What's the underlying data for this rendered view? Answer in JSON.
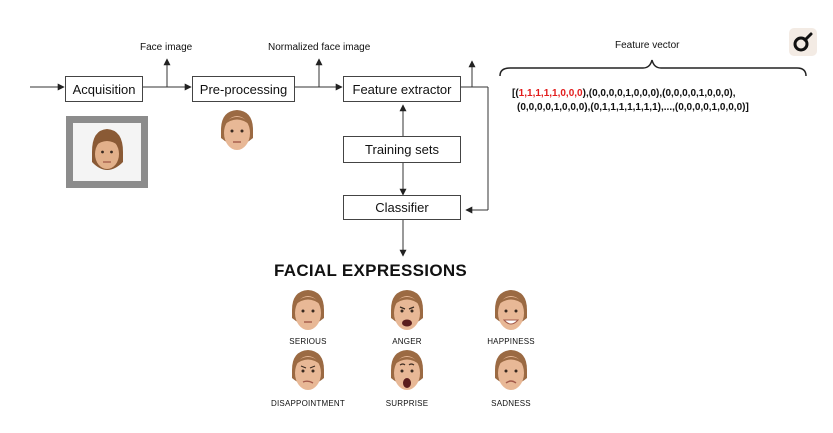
{
  "labels": {
    "face_image": "Face image",
    "normalized_face_image": "Normalized face image",
    "feature_vector": "Feature vector"
  },
  "boxes": {
    "acquisition": "Acquisition",
    "preprocessing": "Pre-processing",
    "feature_extractor": "Feature extractor",
    "training_sets": "Training sets",
    "classifier": "Classifier"
  },
  "feature_vector": {
    "line1_red": "1,1,1,1,1,0,0,0",
    "line1_rest": "),(0,0,0,0,1,0,0,0),(0,0,0,0,1,0,0,0),",
    "line2": "(0,0,0,0,1,0,0,0),(0,1,1,1,1,1,1,1),...,(0,0,0,0,1,0,0,0)]"
  },
  "expressions_title": "FACIAL EXPRESSIONS",
  "expressions": [
    {
      "label": "SERIOUS",
      "mood": "neutral"
    },
    {
      "label": "ANGER",
      "mood": "anger"
    },
    {
      "label": "HAPPINESS",
      "mood": "happy"
    },
    {
      "label": "DISAPPOINTMENT",
      "mood": "disappoint"
    },
    {
      "label": "SURPRISE",
      "mood": "surprise"
    },
    {
      "label": "SADNESS",
      "mood": "sad"
    }
  ],
  "colors": {
    "highlight": "#e21c1c",
    "logo_bg": "#f3ebe4"
  }
}
